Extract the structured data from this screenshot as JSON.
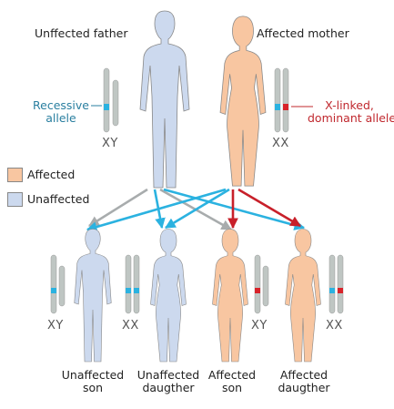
{
  "parents": {
    "father_label": "Unffected father",
    "mother_label": "Affected mother",
    "father_chrom": "XY",
    "mother_chrom": "XX"
  },
  "annotations": {
    "recessive_line1": "Recessive",
    "recessive_line2": "allele",
    "dominant_line1": "X-linked,",
    "dominant_line2": "dominant allele"
  },
  "legend": {
    "affected": "Affected",
    "unaffected": "Unaffected"
  },
  "children": [
    {
      "line1": "Unaffected",
      "line2": "son",
      "chrom": "XY"
    },
    {
      "line1": "Unaffected",
      "line2": "daugther",
      "chrom": "XX"
    },
    {
      "line1": "Affected",
      "line2": "son",
      "chrom": "XY"
    },
    {
      "line1": "Affected",
      "line2": "daugther",
      "chrom": "XX"
    }
  ],
  "colors": {
    "affected_fill": "#f8c6a1",
    "unaffected_fill": "#ccd9ee",
    "recessive_allele": "#2bb2e0",
    "dominant_allele": "#d8232a",
    "recessive_text": "#2a7fa0",
    "dominant_text": "#c0282e",
    "grey_arrow": "#a8acad",
    "blue_arrow": "#2bb2e0",
    "red_arrow": "#c8202a"
  }
}
